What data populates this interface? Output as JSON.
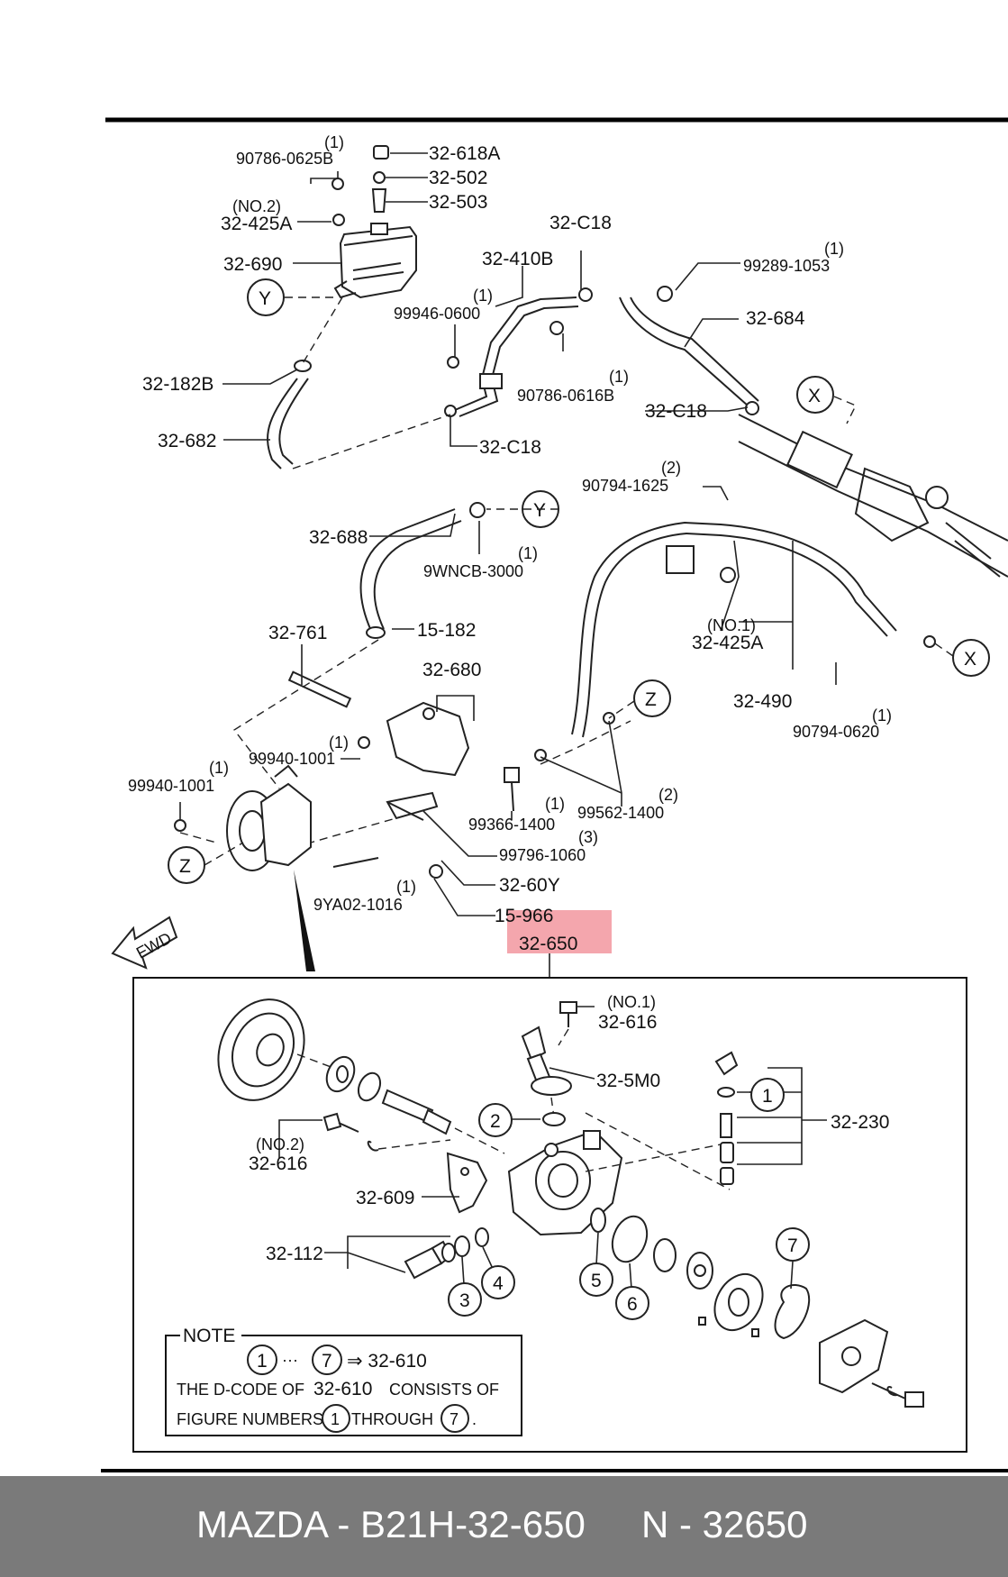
{
  "highlight_color": "#f4a6ad",
  "callouts": {
    "c1": "90786-0625B",
    "c1q": "(1)",
    "c2": "32-618A",
    "c3": "32-502",
    "c4": "32-503",
    "c5note": "(NO.2)",
    "c5": "32-425A",
    "c6": "32-690",
    "c7": "32-410B",
    "c8": "32-C18",
    "c9": "99289-1053",
    "c9q": "(1)",
    "c10": "99946-0600",
    "c10q": "(1)",
    "c11": "32-684",
    "c12": "32-182B",
    "c13": "90786-0616B",
    "c13q": "(1)",
    "c14": "32-C18",
    "c15": "32-682",
    "c16": "32-C18",
    "c17": "90794-1625",
    "c17q": "(2)",
    "c18": "32-688",
    "c19": "9WNCB-3000",
    "c19q": "(1)",
    "c20": "32-761",
    "c21": "15-182",
    "c22": "32-680",
    "c23note": "(NO.1)",
    "c23": "32-425A",
    "c24": "32-490",
    "c25": "90794-0620",
    "c25q": "(1)",
    "c26": "99940-1001",
    "c26q": "(1)",
    "c27": "99940-1001",
    "c27q": "(1)",
    "c28": "99366-1400",
    "c28q": "(1)",
    "c29": "99562-1400",
    "c29q": "(2)",
    "c30": "99796-1060",
    "c30q": "(3)",
    "c31": "32-60Y",
    "c32": "9YA02-1016",
    "c32q": "(1)",
    "c33": "15-966",
    "c34": "32-650",
    "c35note": "(NO.1)",
    "c35": "32-616",
    "c36": "32-5M0",
    "c37": "32-230",
    "c38note": "(NO.2)",
    "c38": "32-616",
    "c39": "32-609",
    "c40": "32-112"
  },
  "markers": {
    "x": "X",
    "y": "Y",
    "z": "Z",
    "fwd": "FWD"
  },
  "figure_numbers": [
    "1",
    "2",
    "3",
    "4",
    "5",
    "6",
    "7"
  ],
  "note": {
    "title": "NOTE",
    "range_from": "1",
    "ellipsis": "···",
    "range_to": "7",
    "arrow_target": "⇒ 32-610",
    "line2_a": "THE D-CODE OF",
    "line2_code": "32-610",
    "line2_b": "CONSISTS OF",
    "line3_a": "FIGURE NUMBERS",
    "line3_from": "1",
    "line3_mid": "THROUGH",
    "line3_to": "7",
    "line3_end": "."
  },
  "footer": {
    "left": "MAZDA - B21H-32-650",
    "right": "N - 32650"
  }
}
